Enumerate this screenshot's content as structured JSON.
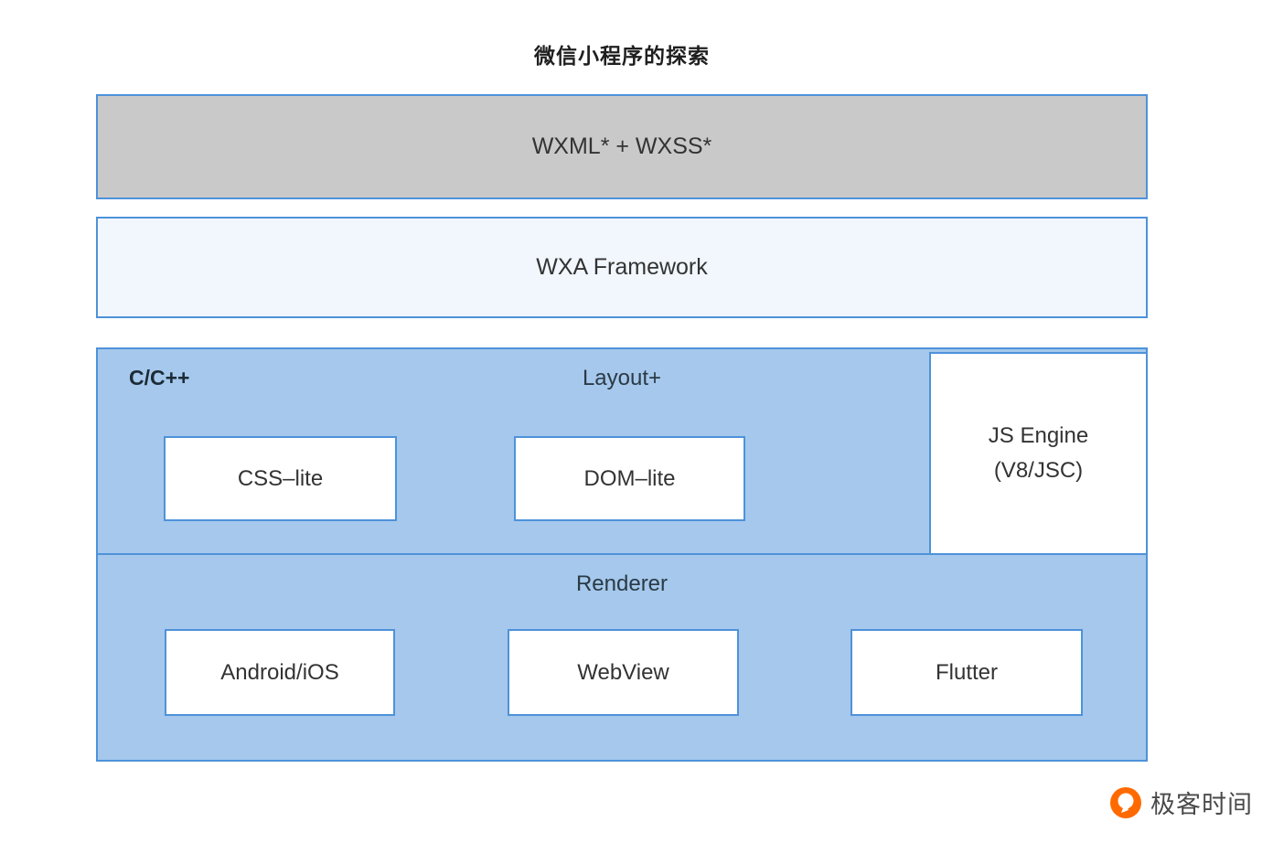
{
  "title": "微信小程序的探索",
  "diagram": {
    "wxml_wxss": {
      "label": "WXML* + WXSS*"
    },
    "wxa_framework": {
      "label": "WXA Framework"
    },
    "layout_section": {
      "corner_label": "C/C++",
      "label": "Layout+",
      "boxes": {
        "css_lite": "CSS–lite",
        "dom_lite": "DOM–lite"
      },
      "js_engine": {
        "line1": "JS Engine",
        "line2": "(V8/JSC)"
      }
    },
    "renderer_section": {
      "label": "Renderer",
      "boxes": {
        "android_ios": "Android/iOS",
        "webview": "WebView",
        "flutter": "Flutter"
      }
    }
  },
  "colors": {
    "border_blue": "#4e92da",
    "fill_gray": "#c9c9c9",
    "fill_light_blue": "#f1f7fc",
    "fill_blue": "#a5c8ec",
    "logo_orange": "#ff6a00"
  },
  "footer": {
    "logo_text": "极客时间"
  }
}
